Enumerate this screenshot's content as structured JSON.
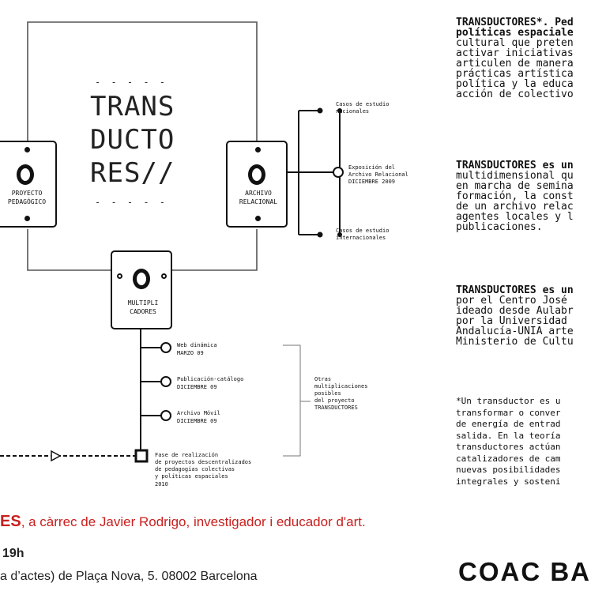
{
  "diagram": {
    "title_line1": "TRANS",
    "title_line2": "DUCTO",
    "title_line3": "RES//",
    "dashes_top": "- - - - -",
    "dashes_bottom": "- - - - -",
    "box_pedagogico": {
      "line1": "PROYECTO",
      "line2": "PEDAGÓGICO"
    },
    "box_archivo": {
      "line1": "ARCHIVO",
      "line2": "RELACIONAL"
    },
    "box_multiplicadores": {
      "line1": "MULTIPLI",
      "line2": "CADORES"
    },
    "archivo_branches": [
      {
        "line1": "Casos de estudio",
        "line2": "nacionales"
      },
      {
        "line1": "Exposición del",
        "line2": "Archivo Relacional",
        "line3": "DICIEMBRE 2009"
      },
      {
        "line1": "Casos de estudio",
        "line2": "internacionales"
      }
    ],
    "multi_branches": [
      {
        "line1": "Web dinámica",
        "line2": "MARZO 09"
      },
      {
        "line1": "Publicación-catálogo",
        "line2": "DICIEMBRE 09"
      },
      {
        "line1": "Archivo Móvil",
        "line2": "DICIEMBRE 09"
      }
    ],
    "otras": [
      "Otras",
      "multiplicaciones",
      "posibles",
      "del proyecto",
      "TRANSDUCTORES"
    ],
    "fase": [
      "Fase de realización",
      "de proyectos descentralizados",
      "de pedagogías colectivas",
      "y políticas espaciales",
      "2010"
    ]
  },
  "right_text": {
    "p1": [
      "TRANSDUCTORES*. Ped",
      "políticas espaciale",
      "cultural que preten",
      "activar iniciativas",
      "articulen de manera",
      "prácticas artística",
      "política y la educa",
      "acción de colectivo"
    ],
    "p2": [
      "TRANSDUCTORES es un",
      "multidimensional qu",
      "en marcha de semina",
      "formación, la const",
      "de un archivo relac",
      "agentes locales y l",
      "publicaciones."
    ],
    "p3": [
      "TRANSDUCTORES es un",
      "por el Centro José",
      "ideado desde Aulabr",
      "por la Universidad",
      "Andalucía-UNIA arte",
      "Ministerio de Cultu"
    ],
    "p4": [
      "*Un transductor es u",
      "transformar o conver",
      "de energía de entrad",
      "salida. En la teoría",
      "transductores actúan",
      "catalizadores de cam",
      "nuevas posibilidades",
      "integrales y sosteni"
    ]
  },
  "bottom": {
    "red_word": "ES",
    "red_rest": ", a càrrec de Javier Rodrigo, investigador i educador d'art.",
    "time": "19h",
    "address": "a d’actes) de Plaça Nova, 5. 08002 Barcelona",
    "logo": "COAC BA"
  },
  "colors": {
    "red": "#c8201e",
    "ink": "#111111",
    "grey": "#999999"
  }
}
